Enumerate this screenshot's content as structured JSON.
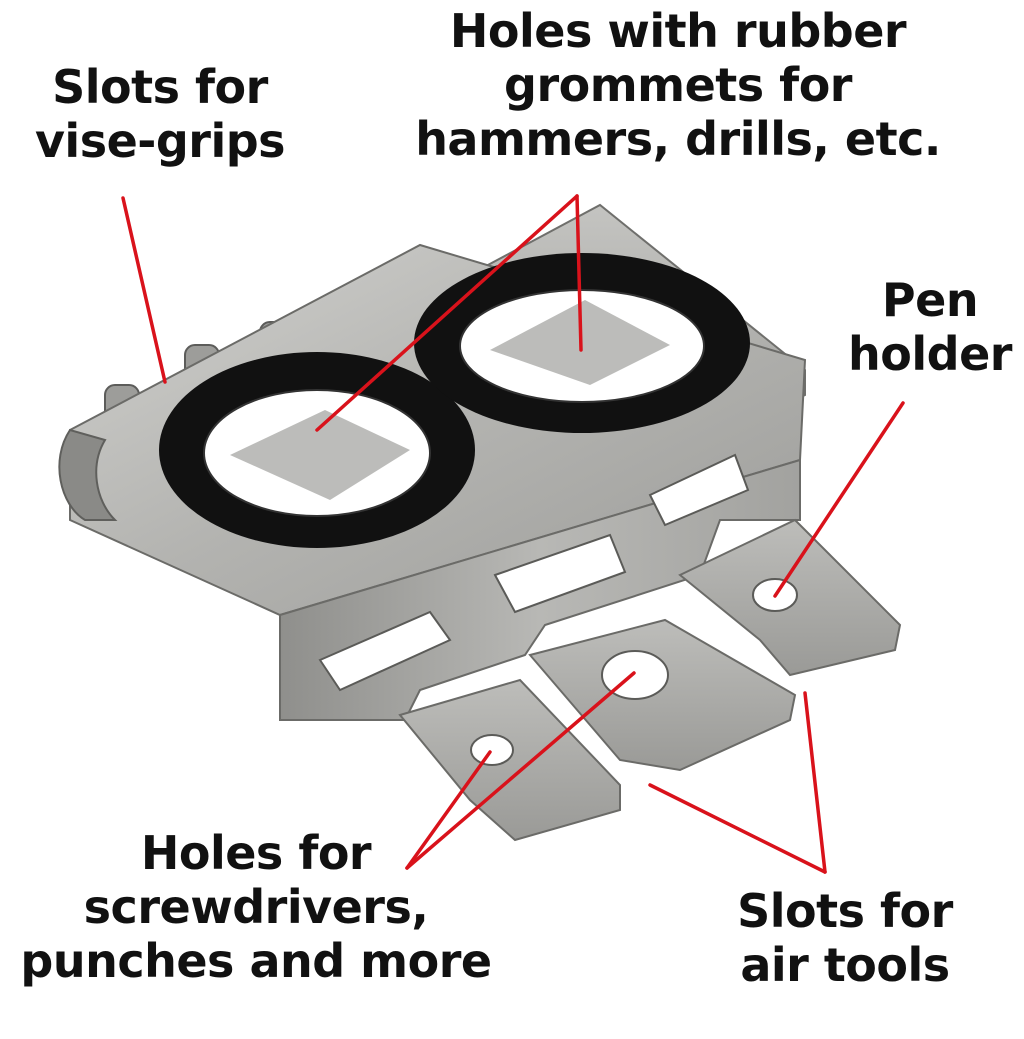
{
  "image": {
    "subject": "Stainless steel tool holder bracket with labeled features",
    "annotation_color": "#d9121b",
    "metal_color": "#a9a9a7",
    "grommet_color": "#161616"
  },
  "callouts": {
    "vise_grips": {
      "line1": "Slots for",
      "line2": "vise-grips"
    },
    "grommets": {
      "line1": "Holes with rubber",
      "line2": "grommets for",
      "line3": "hammers, drills, etc."
    },
    "pen": {
      "line1": "Pen",
      "line2": "holder"
    },
    "screwdrivers": {
      "line1": "Holes for",
      "line2": "screwdrivers,",
      "line3": "punches and more"
    },
    "air_tools": {
      "line1": "Slots for",
      "line2": "air tools"
    }
  }
}
